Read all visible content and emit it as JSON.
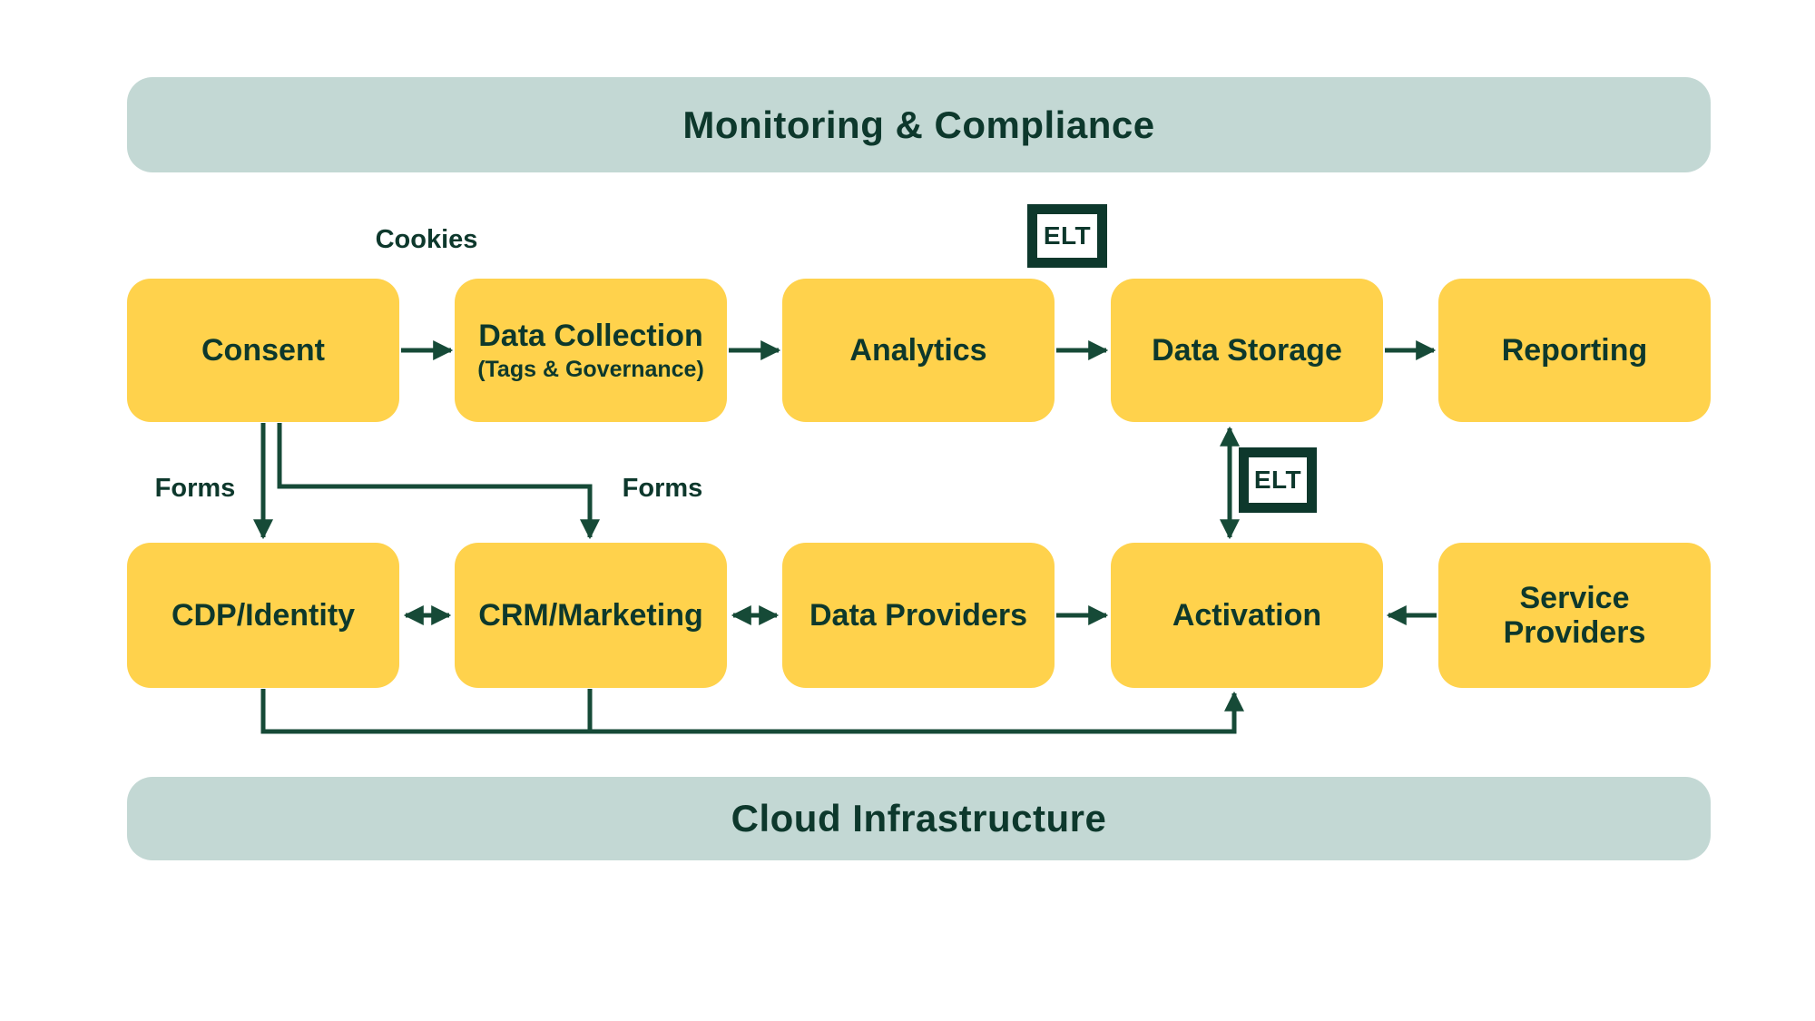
{
  "banners": {
    "top_label": "Monitoring & Compliance",
    "bottom_label": "Cloud Infrastructure"
  },
  "nodes": {
    "consent": {
      "label": "Consent"
    },
    "data_collection": {
      "label": "Data Collection",
      "sublabel": "(Tags & Governance)"
    },
    "analytics": {
      "label": "Analytics"
    },
    "data_storage": {
      "label": "Data Storage"
    },
    "reporting": {
      "label": "Reporting"
    },
    "cdp_identity": {
      "label": "CDP/Identity"
    },
    "crm_marketing": {
      "label": "CRM/Marketing"
    },
    "data_providers": {
      "label": "Data Providers"
    },
    "activation": {
      "label": "Activation"
    },
    "service_providers": {
      "label": "Service Providers"
    }
  },
  "edge_labels": {
    "cookies": "Cookies",
    "forms_to_cdp": "Forms",
    "forms_to_crm": "Forms",
    "elt_analytics_to_storage": "ELT",
    "elt_storage_activation": "ELT"
  },
  "colors": {
    "box_yellow": "#FFD24C",
    "banner_bg": "#C3D8D4",
    "ink_green": "#0D382C",
    "arrow_green": "#164A37",
    "background": "#FFFFFF"
  }
}
